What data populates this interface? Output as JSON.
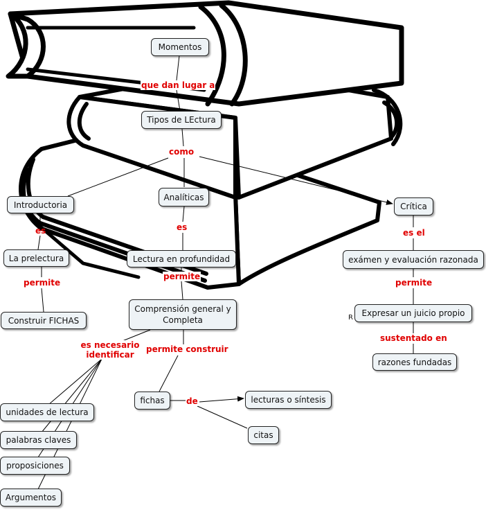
{
  "nodes": {
    "momentos": "Momentos",
    "tipos": "Tipos de LEctura",
    "introductoria": "Introductoria",
    "analiticas": "Analíticas",
    "critica": "Crítica",
    "prelectura": "La prelectura",
    "construir_fichas": "Construir FICHAS",
    "lectura_profundidad": "Lectura en profundidad",
    "comprension": "Comprensión general y Completa",
    "examen": "exámen y evaluación razonada",
    "juicio": "Expresar un juicio propio",
    "razones": "razones fundadas",
    "fichas": "fichas",
    "lecturas_sintesis": "lecturas o síntesis",
    "citas": "citas",
    "unidades": "unidades de lectura",
    "palabras": "palabras claves",
    "proposiciones": "proposiciones",
    "argumentos": "Argumentos"
  },
  "links": {
    "que_dan_lugar": "que dan lugar a",
    "como": "como",
    "es_intro": "es",
    "es_analiticas": "es",
    "es_el": "es el",
    "permite_prelectura": "permite",
    "permite_lectura": "permite",
    "permite_examen": "permite",
    "sustentado": "sustentado en",
    "permite_construir": "permite construir",
    "es_necesario": "es necesario identificar",
    "de": "de"
  },
  "stray_text": "R",
  "colors": {
    "link_text": "#e00000",
    "node_fill": "#eef3f6",
    "node_border": "#222222",
    "book_outline": "#000000"
  }
}
